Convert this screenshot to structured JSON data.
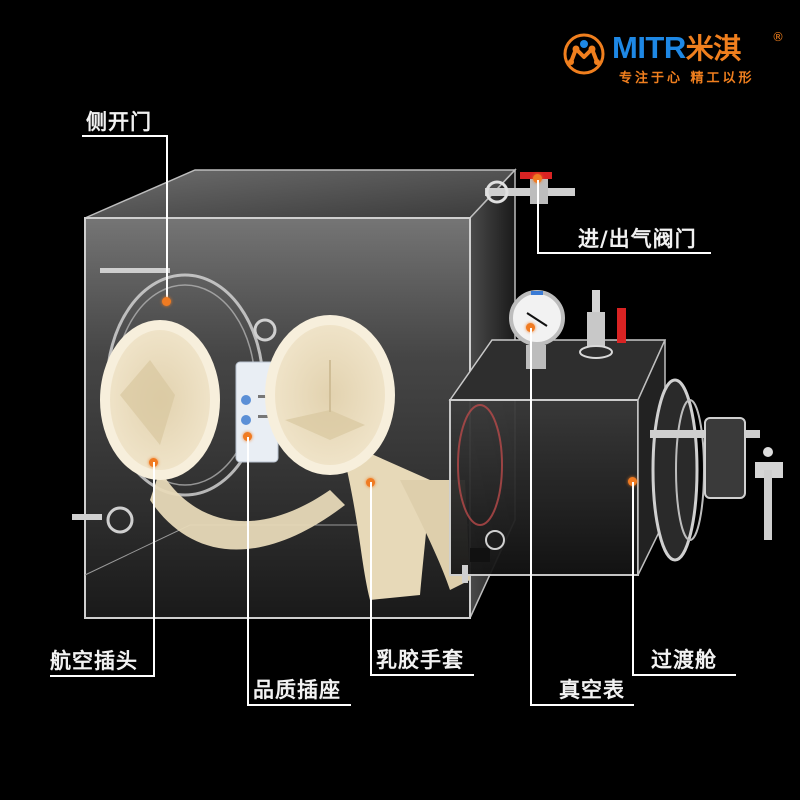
{
  "brand": {
    "name_latin": "MITR",
    "name_cn": "米淇",
    "registered_mark": "®",
    "slogan": "专注于心  精工以形",
    "colors": {
      "primary_blue": "#1e88e5",
      "accent_orange": "#f07f1e"
    }
  },
  "product": {
    "description": "Transparent acrylic glove box with transfer chamber",
    "colors": {
      "glove": "#ecdfc2",
      "valve_handle": "#d92323",
      "callout_dot": "#f07b22",
      "background": "#000000"
    }
  },
  "callouts": [
    {
      "id": "side-door",
      "label": "侧开门"
    },
    {
      "id": "gas-valve",
      "label": "进/出气阀门"
    },
    {
      "id": "aviation-plug",
      "label": "航空插头"
    },
    {
      "id": "quality-socket",
      "label": "品质插座"
    },
    {
      "id": "latex-gloves",
      "label": "乳胶手套"
    },
    {
      "id": "vacuum-gauge",
      "label": "真空表"
    },
    {
      "id": "transfer-chamber",
      "label": "过渡舱"
    }
  ]
}
